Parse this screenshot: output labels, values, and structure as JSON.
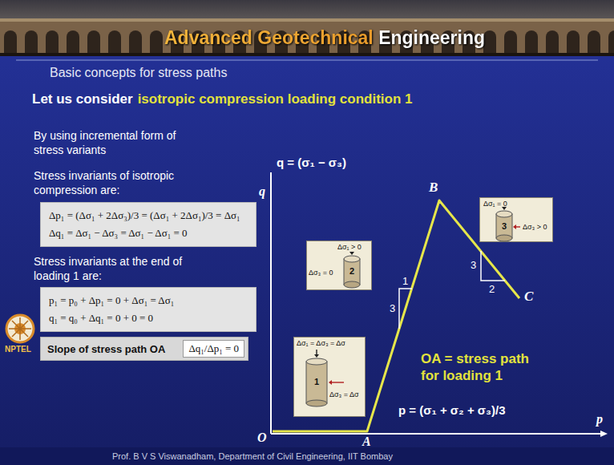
{
  "diagram": {
    "title": "Advanced Geotechnical Engineering",
    "nodes": [
      {
        "text": [
          "Δp₁ = (Δσ₁ + 2Δσ₃)/3 = (Δσ₁ + 2Δσ₁)/3 = Δσ₁",
          "Δq₁ = Δσ₁ − Δσ₃ = Δσ₁ − Δσ₁ = 0"
        ]
      },
      {
        "text": [
          "p₁ = p₀ + Δp₁ = 0 + Δσ₁ = Δσ₁",
          "q₁ = q₀ + Δq₁ = 0 + 0 = 0"
        ]
      },
      {
        "text": [
          "Slope of stress path OA",
          "Δq₁/Δp₁ = 0"
        ]
      },
      {
        "text": [
          "Δσ₁ = Δσ₃ = Δσ",
          "Δσ₃ = Δσ",
          "1"
        ]
      },
      {
        "text": [
          "Δσ₁ > 0",
          "Δσ₃ = 0",
          "2"
        ]
      },
      {
        "text": [
          "Δσ₁ = 0",
          "Δσ₃ > 0",
          "3"
        ]
      }
    ],
    "labels": [
      "Basic concepts for stress paths",
      "Let us consider",
      "isotropic compression loading condition 1",
      "By using incremental form of stress variants",
      "Stress invariants of isotropic compression are:",
      "Stress invariants at the end of loading 1 are:",
      "q = (σ₁ − σ₃)",
      "q",
      "B",
      "C",
      "3",
      "1",
      "3",
      "2",
      "O",
      "A",
      "OA = stress path for loading 1",
      "p = (σ₁ + σ₂ + σ₃)/3",
      "p",
      "NPTEL",
      "Prof. B V S Viswanadham, Department of Civil Engineering, IIT Bombay"
    ]
  }
}
